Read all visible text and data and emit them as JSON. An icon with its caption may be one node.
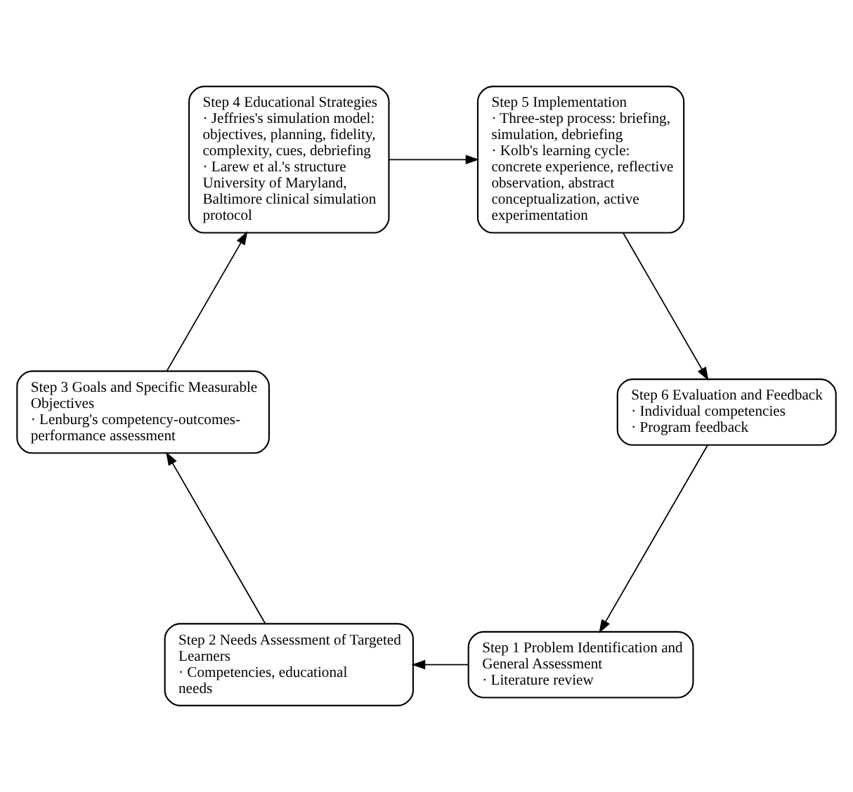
{
  "diagram": {
    "nodes": [
      {
        "text": [
          "Step 1 Problem Identification and General Assessment",
          "· Literature review"
        ]
      },
      {
        "text": [
          "Step 2 Needs Assessment of Targeted Learners",
          "· Competencies, educational needs"
        ]
      },
      {
        "text": [
          "Step 3 Goals and Specific Measurable Objectives",
          "· Lenburg's competency-outcomes-performance assessment"
        ]
      },
      {
        "text": [
          "Step 4 Educational Strategies",
          "· Jeffries's simulation model: objectives, planning, fidelity, complexity, cues, debriefing",
          "· Larew et al.'s structure University of Maryland, Baltimore clinical simulation protocol"
        ]
      },
      {
        "text": [
          "Step 5 Implementation",
          "· Three-step process: briefing, simulation, debriefing",
          "· Kolb's learning cycle: concrete experience, reflective observation, abstract conceptualization, active experimentation"
        ]
      },
      {
        "text": [
          "Step 6 Evaluation and Feedback",
          "· Individual competencies",
          "· Program feedback"
        ]
      }
    ],
    "edges": [
      {
        "from": 0,
        "to": 1,
        "arrow": "to"
      },
      {
        "from": 1,
        "to": 2,
        "arrow": "to"
      },
      {
        "from": 2,
        "to": 3,
        "arrow": "to"
      },
      {
        "from": 3,
        "to": 4,
        "arrow": "to"
      },
      {
        "from": 4,
        "to": 5,
        "arrow": "to"
      },
      {
        "from": 5,
        "to": 0,
        "arrow": "to"
      }
    ]
  }
}
